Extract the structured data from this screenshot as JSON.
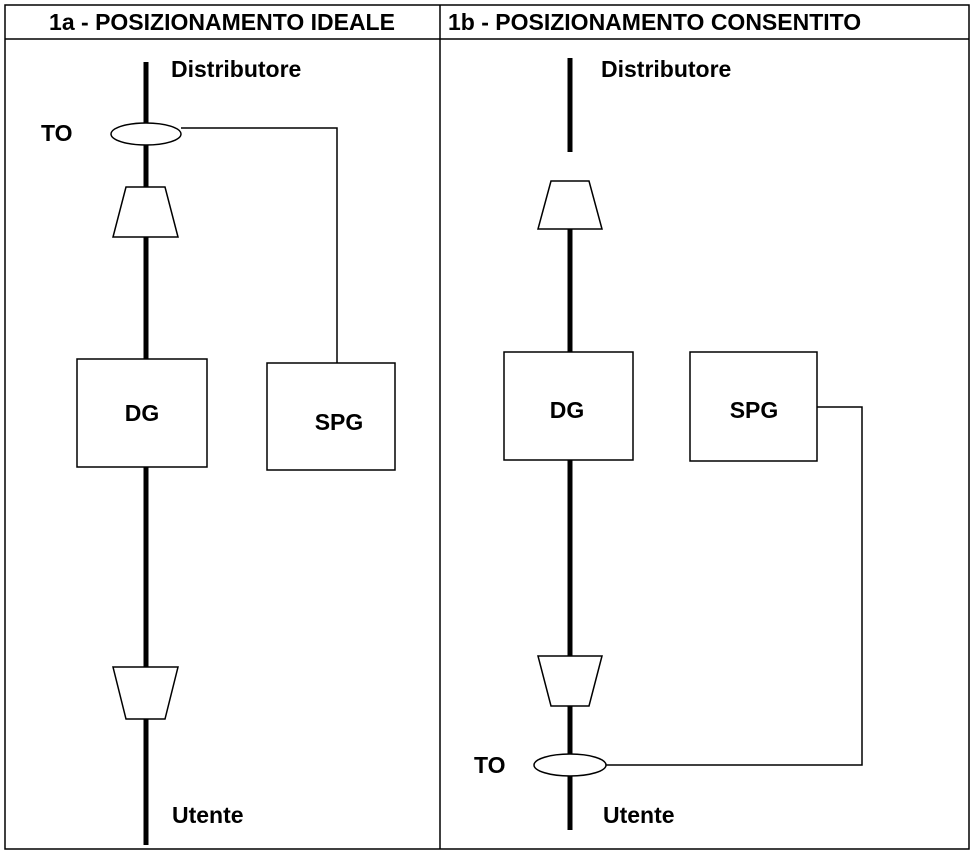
{
  "panels": [
    {
      "title": "1a - POSIZIONAMENTO IDEALE",
      "top_label": "Distributore",
      "bottom_label": "Utente",
      "sensor_label": "TO",
      "breaker_label": "DG",
      "relay_label": "SPG"
    },
    {
      "title": "1b - POSIZIONAMENTO CONSENTITO",
      "top_label": "Distributore",
      "bottom_label": "Utente",
      "sensor_label": "TO",
      "breaker_label": "DG",
      "relay_label": "SPG"
    }
  ]
}
